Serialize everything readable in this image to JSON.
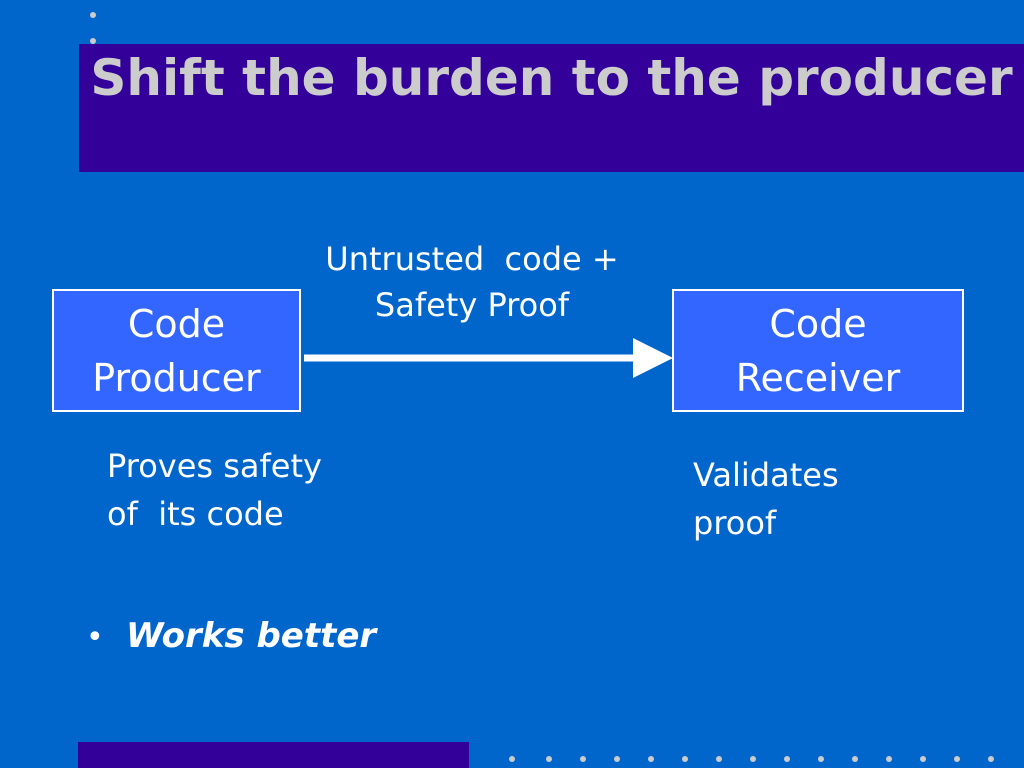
{
  "slide": {
    "title": "Shift the burden to the producer"
  },
  "diagram": {
    "producer": {
      "line1": "Code",
      "line2": "Producer"
    },
    "receiver": {
      "line1": "Code",
      "line2": "Receiver"
    },
    "edge_label": {
      "line1": "Untrusted  code +",
      "line2": "Safety Proof"
    },
    "producer_note": {
      "line1": "Proves safety",
      "line2": "of  its code"
    },
    "receiver_note": {
      "line1": "Validates",
      "line2": "proof"
    }
  },
  "bullets": [
    {
      "mark": "•",
      "text": "Works better"
    }
  ],
  "colors": {
    "background": "#0066cc",
    "title_bar": "#330099",
    "title_text": "#cccccc",
    "node_fill": "#3366ff",
    "node_border": "#ffffff",
    "arrow": "#ffffff"
  }
}
